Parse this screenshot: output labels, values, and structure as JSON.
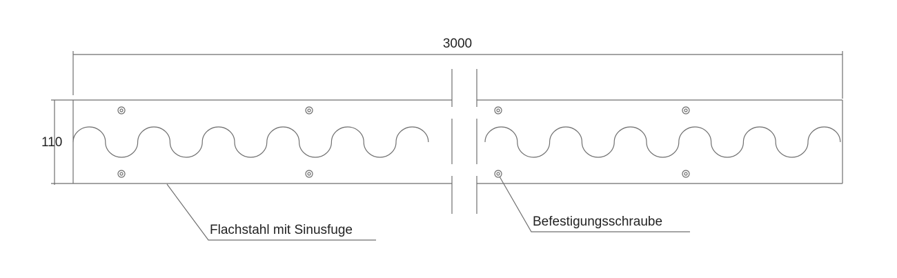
{
  "dimensions": {
    "width": "3000",
    "height": "110"
  },
  "callouts": {
    "flat_steel": "Flachstahl mit Sinusfuge",
    "screw": "Befestigungsschraube"
  },
  "colors": {
    "line": "#6e6e6e",
    "text": "#222222",
    "background": "#ffffff"
  }
}
